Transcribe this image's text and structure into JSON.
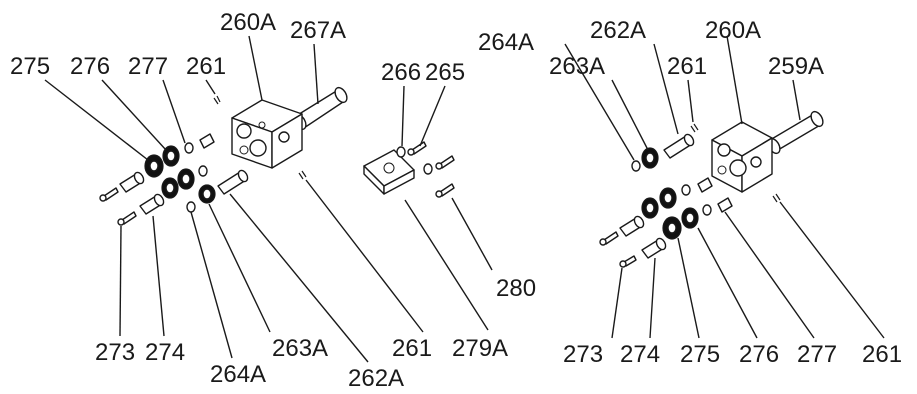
{
  "labels": {
    "left_assembly": {
      "l260a": "260A",
      "l267a": "267A",
      "l275": "275",
      "l276": "276",
      "l277": "277",
      "l261_top": "261",
      "l273": "273",
      "l274": "274",
      "l264a": "264A",
      "l263a": "263A",
      "l262a": "262A",
      "l261_bottom": "261"
    },
    "bracket": {
      "l266": "266",
      "l265": "265",
      "l280": "280",
      "l279a": "279A"
    },
    "right_assembly": {
      "l264a": "264A",
      "l262a": "262A",
      "l260a": "260A",
      "l263a": "263A",
      "l261_top": "261",
      "l259a": "259A",
      "l273": "273",
      "l274": "274",
      "l275": "275",
      "l276": "276",
      "l277": "277",
      "l261_bottom": "261"
    }
  }
}
